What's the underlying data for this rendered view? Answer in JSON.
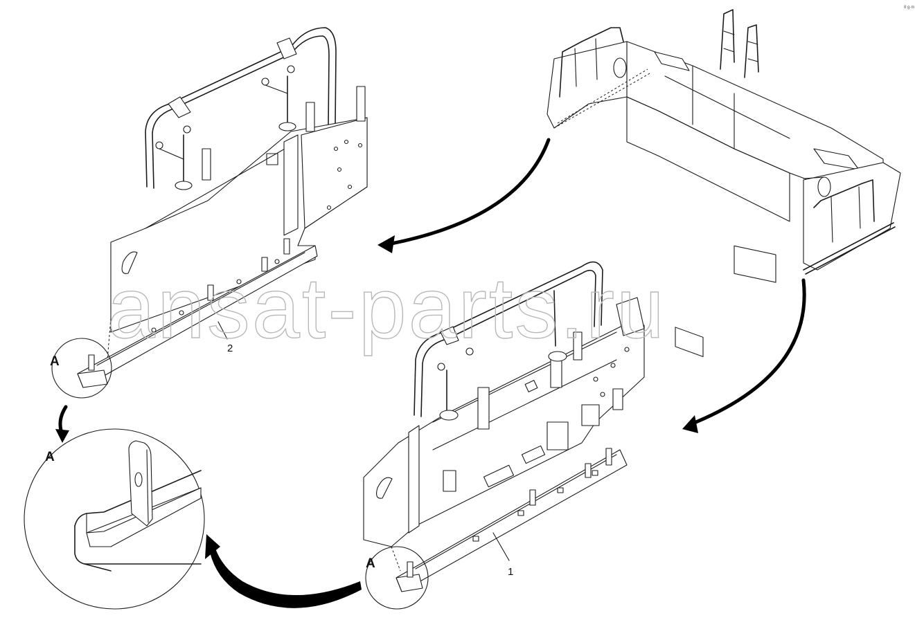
{
  "diagram": {
    "watermark": "ansat-parts.ru",
    "callouts": {
      "part_1": "1",
      "part_2": "2"
    },
    "detail_labels": {
      "left_circle": "A",
      "left_zoom": "A",
      "bottom_circle": "A"
    },
    "corner_code": "8 g·m"
  }
}
